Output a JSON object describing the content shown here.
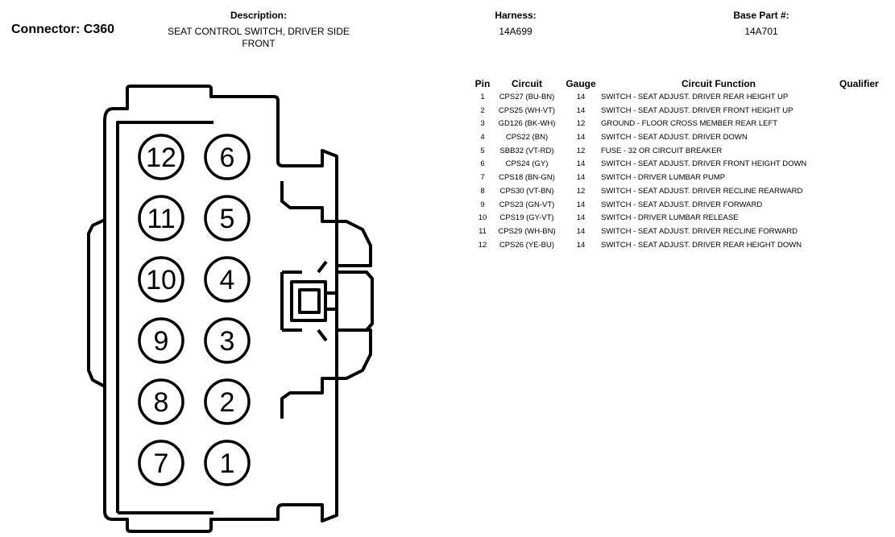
{
  "connector": {
    "title": "Connector: C360"
  },
  "description": {
    "label": "Description:",
    "value": "SEAT CONTROL SWITCH, DRIVER SIDE FRONT"
  },
  "harness": {
    "label": "Harness:",
    "value": "14A699"
  },
  "base_part": {
    "label": "Base Part #:",
    "value": "14A701"
  },
  "table": {
    "headers": {
      "pin": "Pin",
      "circuit": "Circuit",
      "gauge": "Gauge",
      "function": "Circuit Function",
      "qualifier": "Qualifier"
    },
    "rows": [
      {
        "pin": "1",
        "circuit": "CPS27 (BU-BN)",
        "gauge": "14",
        "function": "SWITCH - SEAT ADJUST. DRIVER REAR HEIGHT UP"
      },
      {
        "pin": "2",
        "circuit": "CPS25 (WH-VT)",
        "gauge": "14",
        "function": "SWITCH - SEAT ADJUST. DRIVER FRONT HEIGHT UP"
      },
      {
        "pin": "3",
        "circuit": "GD126 (BK-WH)",
        "gauge": "12",
        "function": "GROUND - FLOOR CROSS MEMBER REAR LEFT"
      },
      {
        "pin": "4",
        "circuit": "CPS22 (BN)",
        "gauge": "14",
        "function": "SWITCH - SEAT ADJUST. DRIVER DOWN"
      },
      {
        "pin": "5",
        "circuit": "SBB32 (VT-RD)",
        "gauge": "12",
        "function": "FUSE - 32 OR CIRCUIT BREAKER"
      },
      {
        "pin": "6",
        "circuit": "CPS24 (GY)",
        "gauge": "14",
        "function": "SWITCH - SEAT ADJUST. DRIVER FRONT HEIGHT DOWN"
      },
      {
        "pin": "7",
        "circuit": "CPS18 (BN-GN)",
        "gauge": "14",
        "function": "SWITCH - DRIVER LUMBAR PUMP"
      },
      {
        "pin": "8",
        "circuit": "CPS30 (VT-BN)",
        "gauge": "12",
        "function": "SWITCH - SEAT ADJUST. DRIVER RECLINE REARWARD"
      },
      {
        "pin": "9",
        "circuit": "CPS23 (GN-VT)",
        "gauge": "14",
        "function": "SWITCH - SEAT ADJUST. DRIVER FORWARD"
      },
      {
        "pin": "10",
        "circuit": "CPS19 (GY-VT)",
        "gauge": "14",
        "function": "SWITCH - DRIVER LUMBAR RELEASE"
      },
      {
        "pin": "11",
        "circuit": "CPS29 (WH-BN)",
        "gauge": "14",
        "function": "SWITCH - SEAT ADJUST. DRIVER RECLINE FORWARD"
      },
      {
        "pin": "12",
        "circuit": "CPS26 (YE-BU)",
        "gauge": "14",
        "function": "SWITCH - SEAT ADJUST. DRIVER REAR HEIGHT DOWN"
      }
    ]
  },
  "diagram": {
    "pins": [
      {
        "label": "12"
      },
      {
        "label": "6"
      },
      {
        "label": "11"
      },
      {
        "label": "5"
      },
      {
        "label": "10"
      },
      {
        "label": "4"
      },
      {
        "label": "9"
      },
      {
        "label": "3"
      },
      {
        "label": "8"
      },
      {
        "label": "2"
      },
      {
        "label": "7"
      },
      {
        "label": "1"
      }
    ]
  }
}
